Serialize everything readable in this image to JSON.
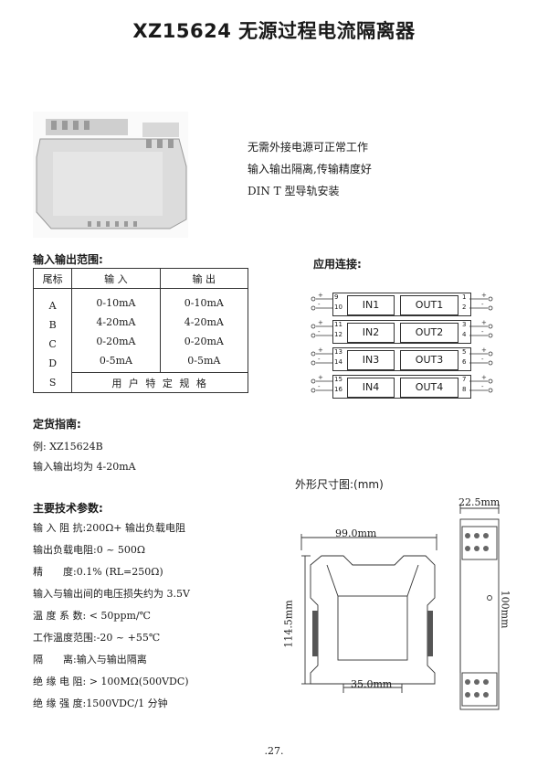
{
  "title": "XZ15624 无源过程电流隔离器",
  "features": [
    "无需外接电源可正常工作",
    "输入输出隔离,传输精度好",
    "DIN T 型导轨安装"
  ],
  "io_range": {
    "heading": "输入输出范围:",
    "headers": [
      "尾标",
      "输 入",
      "输 出"
    ],
    "suffixes": [
      "A",
      "B",
      "C",
      "D",
      "S"
    ],
    "inputs": [
      "0-10mA",
      "4-20mA",
      "0-20mA",
      "0-5mA"
    ],
    "outputs": [
      "0-10mA",
      "4-20mA",
      "0-20mA",
      "0-5mA"
    ],
    "custom": "用 户 特 定 规 格"
  },
  "connection": {
    "heading": "应用连接:",
    "channels": [
      {
        "in": "IN1",
        "out": "OUT1",
        "in_pins": [
          "9",
          "10"
        ],
        "out_pins": [
          "1",
          "2"
        ]
      },
      {
        "in": "IN2",
        "out": "OUT2",
        "in_pins": [
          "11",
          "12"
        ],
        "out_pins": [
          "3",
          "4"
        ]
      },
      {
        "in": "IN3",
        "out": "OUT3",
        "in_pins": [
          "13",
          "14"
        ],
        "out_pins": [
          "5",
          "6"
        ]
      },
      {
        "in": "IN4",
        "out": "OUT4",
        "in_pins": [
          "15",
          "16"
        ],
        "out_pins": [
          "7",
          "8"
        ]
      }
    ]
  },
  "order": {
    "heading": "定货指南:",
    "example": "例: XZ15624B",
    "note": "输入输出均为 4-20mA"
  },
  "specs": {
    "heading": "主要技术参数:",
    "items": [
      "输 入 阻 抗:200Ω+ 输出负载电阻",
      "输出负载电阻:0 ~ 500Ω",
      "精　　度:0.1% (RL=250Ω)",
      "输入与输出间的电压损失约为 3.5V",
      "温 度 系 数: < 50ppm/℃",
      "工作温度范围:-20 ~ +55℃",
      "隔　　离:输入与输出隔离",
      "绝 缘 电 阻: > 100MΩ(500VDC)",
      "绝 缘 强 度:1500VDC/1 分钟"
    ]
  },
  "dimensions": {
    "heading": "外形尺寸图:(mm)",
    "width": "99.0mm",
    "height": "114.5mm",
    "base": "35.0mm",
    "side_width": "22.5mm",
    "side_height": "100mm"
  },
  "page_number": ".27."
}
